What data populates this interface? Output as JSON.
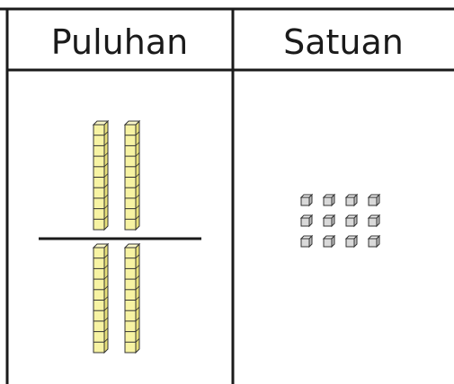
{
  "table": {
    "headers": [
      "Puluhan",
      "Satuan"
    ]
  },
  "tens_column": {
    "groups": [
      {
        "rods": 2,
        "cubes_per_rod": 10
      },
      {
        "rods": 2,
        "cubes_per_rod": 10
      }
    ],
    "rod_color": "#f7f3a3"
  },
  "ones_column": {
    "rows": 3,
    "cols": 4,
    "unit_count": 12,
    "cube_color": "#d9d9d9"
  },
  "colors": {
    "grid_line": "#1a1a1a",
    "separator": "#1a1a1a"
  }
}
